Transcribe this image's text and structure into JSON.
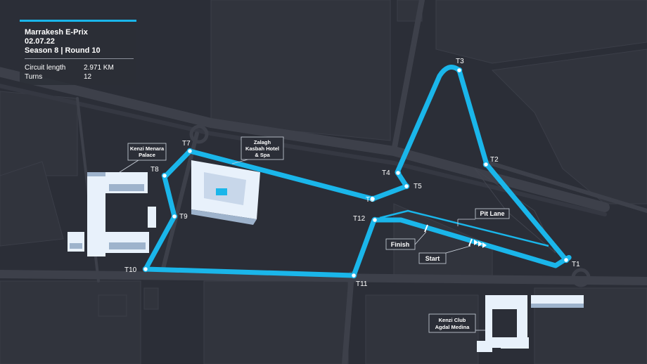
{
  "event": {
    "title": "Marrakesh E-Prix",
    "date": "02.07.22",
    "season_round": "Season 8 | Round 10",
    "circuit_length_label": "Circuit length",
    "circuit_length_value": "2.971 KM",
    "turns_label": "Turns",
    "turns_value": "12"
  },
  "turns": [
    "T1",
    "T2",
    "T3",
    "T4",
    "T5",
    "T6",
    "T7",
    "T8",
    "T9",
    "T10",
    "T11",
    "T12"
  ],
  "tags": {
    "pit_lane": "Pit Lane",
    "finish": "Finish",
    "start": "Start"
  },
  "landmarks": {
    "kenzi_menara_1": "Kenzi Menara",
    "kenzi_menara_2": "Palace",
    "zalagh_1": "Zalagh",
    "zalagh_2": "Kasbah Hotel",
    "zalagh_3": "& Spa",
    "kenzi_club_1": "Kenzi Club",
    "kenzi_club_2": "Agdal Medina"
  },
  "colors": {
    "background": "#2b2e37",
    "track": "#1ab6ea",
    "road": "#3a3d47",
    "block": "#343741",
    "building": "#e8f1fb",
    "building_shade": "#9eb3cc"
  }
}
